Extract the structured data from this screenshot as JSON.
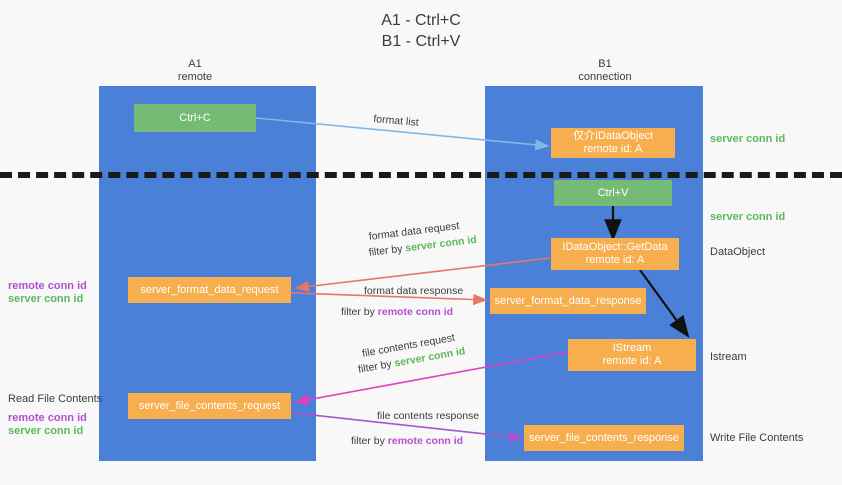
{
  "title": {
    "line1": "A1 - Ctrl+C",
    "line2": "B1 - Ctrl+V"
  },
  "lanes": [
    {
      "name": "A1",
      "sub": "remote"
    },
    {
      "name": "B1",
      "sub": "connection"
    }
  ],
  "boxes": {
    "ctrl_c": "Ctrl+C",
    "ctrl_v": "Ctrl+V",
    "idataobject": {
      "line1": "仅介IDataObject",
      "line2": "remote id: A"
    },
    "getdata": {
      "line1": "IDataObject::GetData",
      "line2": "remote id: A"
    },
    "istream": {
      "line1": "IStream",
      "line2": "remote id: A"
    },
    "server_format_data_request": "server_format_data_request",
    "server_format_data_response": "server_format_data_response",
    "server_file_contents_request": "server_file_contents_request",
    "server_file_contents_response": "server_file_contents_response"
  },
  "side_labels": {
    "server_conn_id_top": "server conn id",
    "server_conn_id_second": "server conn id",
    "dataobject": "DataObject",
    "istream": "Istream",
    "write_file_contents": "Write File Contents",
    "read_file_contents": "Read File Contents"
  },
  "left_labels": {
    "remote_conn_id_1": "remote conn id",
    "server_conn_id_1": "server conn id",
    "remote_conn_id_2": "remote conn id",
    "server_conn_id_2": "server conn id"
  },
  "arrow_labels": {
    "format_list": "format list",
    "format_data_request": "format data request",
    "format_data_request_filter_prefix": "filter by ",
    "format_data_request_filter_value": "server conn id",
    "format_data_response": "format data response",
    "format_data_response_filter_prefix": "filter by ",
    "format_data_response_filter_value": "remote conn id",
    "file_contents_request": "file contents request",
    "file_contents_request_filter_prefix": "filter by ",
    "file_contents_request_filter_value": "server conn id",
    "file_contents_response": "file contents response",
    "file_contents_response_filter_prefix": "filter by ",
    "file_contents_response_filter_value": "remote conn id"
  },
  "colors": {
    "lane": "#4a80d8",
    "orange": "#f7ae4f",
    "green_box": "#76bb75",
    "green_text": "#5cb85c",
    "purple_text": "#b44fd0",
    "arrow_blue": "#7fb8e8",
    "arrow_red": "#e8756a",
    "arrow_magenta": "#e040c0",
    "arrow_purple": "#a855c8",
    "arrow_black": "#111111",
    "background": "#f8f8f8"
  }
}
